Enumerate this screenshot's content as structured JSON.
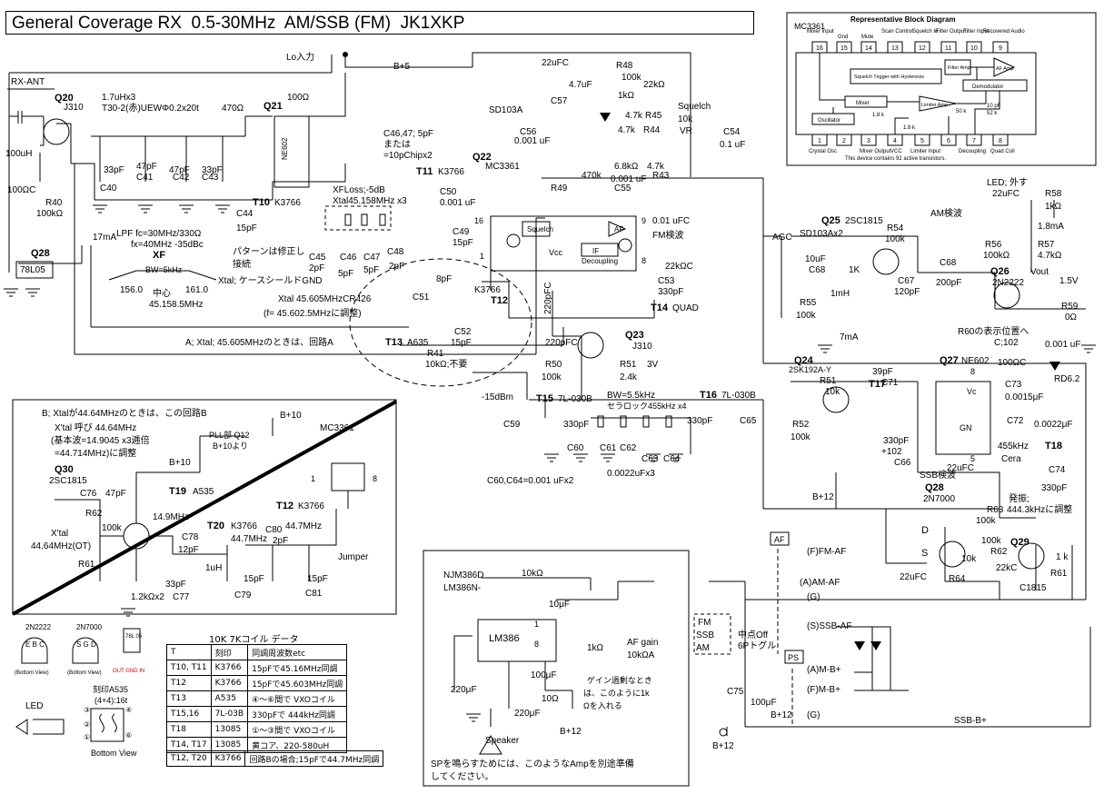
{
  "title": "General Coverage RX  0.5-30MHz  AM/SSB (FM)  JK1XKP",
  "block_diagram": {
    "chip": "MC3361",
    "heading": "Representative Block Diagram",
    "pins_top": [
      "16",
      "15",
      "14",
      "13",
      "12",
      "11",
      "10",
      "9"
    ],
    "pins_bottom": [
      "1",
      "2",
      "3",
      "4",
      "5",
      "6",
      "7",
      "8"
    ],
    "top_labels": [
      "Mixer Input",
      "Gnd",
      "Mute",
      "Scan Control",
      "Squelch In",
      "Filter Output",
      "Filter Input",
      "Recovered Audio"
    ],
    "bottom_labels": [
      "Crystal Osc",
      "",
      "Mixer Output",
      "VCC",
      "Limiter Input",
      "",
      "Decoupling",
      "Quad Coil"
    ],
    "blocks": [
      "Squelch Trigger with Hysteresis",
      "Filter Amp",
      "AF Amp",
      "Demodulator",
      "Mixer",
      "Oscillator",
      "Limiter Amp"
    ],
    "values": [
      "1.8 k",
      "1.8 k",
      "50 k",
      "10 pF",
      "52 k"
    ],
    "footer": "This device contains 92 active transistors."
  },
  "labels": {
    "lo_in": "Lo入力",
    "b5": "B+5",
    "rx_ant": "RX-ANT",
    "q20": "Q20",
    "q20_part": "J310",
    "coil": "1.7uHx3",
    "coil_desc": "T30-2(赤)UEWΦ0.2x20t",
    "r470": "470Ω",
    "q21": "Q21",
    "q21_part": "NE602",
    "r100": "100Ω",
    "c22": "22uFC",
    "r48": "R48",
    "r48v": "100k",
    "c47u": "4.7uF",
    "r1k": "1kΩ",
    "r22k": "22kΩ",
    "squelch": "Squelch",
    "r45": "R45",
    "r45v": "10k",
    "vr": "VR",
    "r47k": "4.7k",
    "r44": "R44",
    "r47k2": "4.7k",
    "c57": "C57",
    "sd103a": "SD103A",
    "c56": "C56",
    "c56v": "0.001 uF",
    "c54": "C54",
    "c54v": "0.1 uF",
    "q22": "Q22",
    "q22_part": "MC3361",
    "r470k": "470k",
    "r68k": "6.8kΩ",
    "r47k3": "4.7k",
    "r43": "R43",
    "r49": "R49",
    "c001": "0.001 uF",
    "c55": "C55",
    "c001u": "0.01 uFC",
    "fm": "FM検波",
    "squelch_blk": "Squelch",
    "af_blk": "AF",
    "if_blk": "IF",
    "vcc": "Vcc",
    "decoupling": "Decoupling",
    "r22kc": "22kΩC",
    "c53": "C53",
    "c53v": "330pF",
    "t14": "T14",
    "t14v": "QUAD",
    "c220": "220pFC",
    "c46": "C46,47; 5pF",
    "or": "または",
    "c46b": "=10pChipx2",
    "t11": "T11",
    "t11v": "K3766",
    "xfloss": "XFLoss;-5dB",
    "xtal": "Xtal45.158MHz x3",
    "c50": "C50",
    "c50v": "0.001 uF",
    "c49": "C49",
    "c49v": "15pF",
    "t10": "T10",
    "t10v": "K3766",
    "c44": "C44",
    "c44v": "15pF",
    "pattern": "パターンは修正し",
    "connect": "接続",
    "c45": "C45",
    "c45v": "2pF",
    "c46v": "C46",
    "c47v": "C47",
    "c48": "C48",
    "c5pf": "5pF",
    "c5pf2": "5pF",
    "c2pf": "2pF",
    "xtal_gnd": "Xtal; ケースシールドGND",
    "c40": "C40",
    "c41": "C41",
    "c42": "C42",
    "c43": "C43",
    "c33": "33pF",
    "c47p": "47pF",
    "c47p2": "47pF",
    "c33b": "33pF",
    "r100u": "100uH",
    "r100c": "100ΩC",
    "r40": "R40",
    "r40v": "100kΩ",
    "ma17": "17mA",
    "q28": "Q28",
    "q28_part": "78L05",
    "lpf1": "LPF  fc=30MHz/330Ω",
    "lpf2": "fx=40MHz -35dBc",
    "xf": "XF",
    "bw": "BW=5kHz",
    "f156": "156.0",
    "center": "中心",
    "f161": "161.0",
    "f45": "45.158.5MHz",
    "xtal2": "Xtal 45.605MHzCR426",
    "xtal2b": "(f= 45.602.5MHzに調整)",
    "c51": "C51",
    "c8pf": "8pF",
    "t12": "T12",
    "t12k": "K3766",
    "c52": "C52",
    "c15pf": "15pF",
    "t13": "T13",
    "t13v": "A635",
    "r41": "R41",
    "r41v": "10kΩ;不要",
    "routeA": "A; Xtal; 45.605MHzのときは、回路A",
    "q23": "Q23",
    "q23_part": "J310",
    "c220b": "220pFC",
    "r50": "R50",
    "r50v": "100k",
    "r51": "R51",
    "r51v": "2.4k",
    "v3": "3V",
    "m15": "-15dBm",
    "t15": "T15",
    "t15v": "7L-030B",
    "bw55": "BW=5.5kHz",
    "ceramic": "セラロック455kHz x4",
    "t16": "T16",
    "t16v": "7L-030B",
    "c59": "C59",
    "c330": "330pF",
    "c330b": "330pF",
    "c65": "C65",
    "c60": "C60",
    "c61": "C61",
    "c62": "C62",
    "c63": "C63",
    "c64": "C64",
    "c0022": "0.0022uFx3",
    "c60c64": "C60,C64=0.001 uFx2",
    "agc": "AGC",
    "q25": "Q25",
    "q25_part": "2SC1815",
    "sd103ax2": "SD103Ax2",
    "r54": "R54",
    "r54v": "100k",
    "c10u": "10uF",
    "c68": "C68",
    "c1k": "1K",
    "c67": "C67",
    "c120": "120pF",
    "r1mh": "1mH",
    "r55": "R55",
    "r55v": "100k",
    "ma7": "7mA",
    "led_off": "LED; 外す",
    "c22u": "22uFC",
    "r58": "R58",
    "r58v": "1kΩ",
    "am": "AM検波",
    "ma18": "1.8mA",
    "r56": "R56",
    "r56v": "100kΩ",
    "r57": "R57",
    "r57v": "4.7kΩ",
    "c68b": "C68",
    "c200": "200pF",
    "q26": "Q26",
    "q26_part": "2N2222",
    "vout": "Vout",
    "v15": "1.5V",
    "r59": "R59",
    "r59v": "0Ω",
    "r60": "R60の表示位置へ",
    "c102": "C;102",
    "c001b": "0.001 uF",
    "q24": "Q24",
    "q24_part": "2SK192A-Y",
    "r51b": "R51",
    "r10k": "10k",
    "c39": "39pF",
    "c71": "C71",
    "t17": "T17",
    "q27": "Q27",
    "q27_part": "NE602",
    "r100c2": "100ΩC",
    "c73": "C73",
    "c0015": "0.0015μF",
    "rd62": "RD6.2",
    "c72": "C72",
    "c0022b": "0.0022μF",
    "r52": "R52",
    "r52v": "100k",
    "c330c": "330pF",
    "c102b": "+102",
    "c66": "C66",
    "c22uc": "22uFC",
    "c455": "455kHz",
    "cera": "Cera",
    "t18": "T18",
    "c74": "C74",
    "c330d": "330pF",
    "vc": "Vc",
    "gn": "GN",
    "ssb": "SSB検波",
    "q28b": "Q28",
    "q28b_part": "2N7000",
    "b12": "B+12",
    "r63": "R63",
    "r63v": "100k",
    "osc": "発振;",
    "osc2": "444.3kHzに調整",
    "q29": "Q29",
    "r100k": "100k",
    "r62": "R62",
    "r10kb": "10k",
    "r64": "R64",
    "c22uf": "22uFC",
    "c22kc": "22kC",
    "r1k2": "1 k",
    "r61": "R61",
    "c1815": "C1815",
    "routeB": "B; Xtalが44.64MHzのときは、この回路B",
    "b10": "B+10",
    "pll1": "PLL部 Q12",
    "pll2": "B+10より",
    "mc3361b": "MC3361",
    "xtal_call1": "X'tal 呼び 44.64MHz",
    "xtal_call2": "(基本波=14.9045 x3逓倍",
    "xtal_call3": "=44.714MHz)に調整",
    "b10b": "B+10",
    "q30": "Q30",
    "q30_part": "2SC1815",
    "c76": "C76",
    "c47pf": "47pF",
    "t19": "T19",
    "t19v": "A535",
    "r62b": "R62",
    "r100kb": "100k",
    "f149": "14.9MHz",
    "xtal3": "X'tal",
    "xtal3b": "44.64MHz(OT)",
    "t20": "T20",
    "t20v": "K3766",
    "f447": "44.7MHz",
    "c80": "C80",
    "c2pfb": "2pF",
    "f447b": "44.7MHz",
    "t12b": "T12",
    "t12bv": "K3766",
    "c78": "C78",
    "c12": "12pF",
    "c1uh": "1uH",
    "c33c": "33pF",
    "r12k": "1.2kΩx2",
    "c77": "C77",
    "c79": "C79",
    "c15c": "15pF",
    "c15d": "15pF",
    "c81": "C81",
    "jumper": "Jumper",
    "r61b": "R61",
    "njm1": "NJM386D",
    "njm2": "LM386N-",
    "r10kohm": "10kΩ",
    "lm386": "LM386",
    "c10uf": "10μF",
    "r1kohm": "1kΩ",
    "c100uf": "100μF",
    "c220uf": "220μF",
    "c220uf2": "220μF",
    "r10ohm": "10Ω",
    "b12b": "B+12",
    "speaker": "Speaker",
    "gain_note1": "ゲイン過剰なとき",
    "gain_note2": "は、このように1k",
    "gain_note3": "Ωを入れる",
    "af_gain1": "AF gain",
    "af_gain2": "10kΩA",
    "sp_note1": "SPを鳴らすためには、このようなAmpを別途準備",
    "sp_note2": "してください。",
    "af_box": "AF",
    "fm_af": "(F)FM-AF",
    "am_af": "(A)AM-AF",
    "g": "(G)",
    "ssb_af": "(S)SSB-AF",
    "mode_fm": "FM",
    "mode_ssb": "SSB",
    "mode_am": "AM",
    "toggle1": "中点Off",
    "toggle2": "6Pトグル",
    "ps": "PS",
    "am_b": "(A)M-B+",
    "fm_b": "(F)M-B+",
    "g2": "(G)",
    "c75": "C75",
    "c75v": "100μF",
    "b12c": "B+12",
    "b12d": "B+12",
    "ssb_b": "SSB-B+",
    "pin1": "1",
    "pin16": "16",
    "pin9": "9",
    "pin8": "8",
    "pin1b": "1",
    "pin8b": "8",
    "pin5": "5",
    "pin8c": "8"
  },
  "pinouts": [
    {
      "name": "2N2222",
      "pins": "E B C",
      "view": "(Bottom View)"
    },
    {
      "name": "2N7000",
      "pins": "S G D",
      "view": "(Bottom View)"
    },
    {
      "name": "78L 05",
      "pins": "OUT GND IN",
      "view": ""
    }
  ],
  "coil_table": {
    "title": "10K 7Kコイル  データ",
    "header": [
      "T",
      "刻印",
      "同調周波数etc"
    ],
    "rows": [
      [
        "T10, T11",
        "K3766",
        "15pFで45.16MHz同調"
      ],
      [
        "T12",
        "K3766",
        "15pFで45.603MHz同調"
      ],
      [
        "T13",
        "A535",
        "④〜⑥間で VXOコイル"
      ],
      [
        "T15,16",
        "7L-03B",
        "330pFで 444kHz同調"
      ],
      [
        "T18",
        "13085",
        "①〜③間で VXOコイル"
      ],
      [
        "T14, T17",
        "13085",
        "黄コア、220-580uH"
      ]
    ],
    "row_b": [
      "T12, T20",
      "K3766",
      "回路Bの場合;15pFで44.7MHz同調"
    ]
  },
  "legend": {
    "led": "LED",
    "coil_mark": "刻印A535",
    "coil_turns": "(4+4):16t",
    "bottom_view": "Bottom View",
    "coil_pins": [
      "③",
      "④",
      "②",
      "⑥",
      "①"
    ]
  }
}
